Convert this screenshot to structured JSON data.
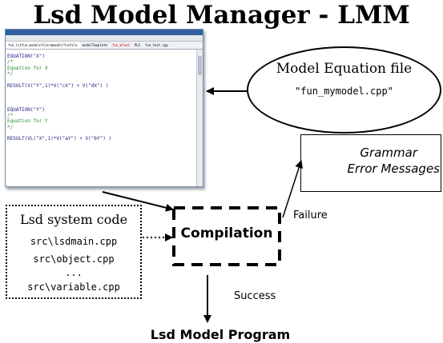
{
  "title": "Lsd Model Manager - LMM",
  "editor": {
    "tabs": [
      {
        "label": "fun_lstfun_modelsfile/mmodel/funfile",
        "style": "active"
      },
      {
        "label": "modelTemplate",
        "style": ""
      },
      {
        "label": "fun_mfun2",
        "style": "red"
      },
      {
        "label": "PLS",
        "style": ""
      },
      {
        "label": "fun_test.cpp",
        "style": ""
      }
    ],
    "code_lines": [
      {
        "text": "EQUATION(\"X\")",
        "kind": "code"
      },
      {
        "text": "/*",
        "kind": "comment"
      },
      {
        "text": "Equation for X",
        "kind": "comment"
      },
      {
        "text": "*/",
        "kind": "comment"
      },
      {
        "text": "",
        "kind": "code"
      },
      {
        "text": "RESULT(V(\"Y\",1)*V(\"cX\") + V(\"dX\") )",
        "kind": "code"
      },
      {
        "text": "",
        "kind": "code"
      },
      {
        "text": "",
        "kind": "code"
      },
      {
        "text": "",
        "kind": "code"
      },
      {
        "text": "EQUATION(\"Y\")",
        "kind": "code"
      },
      {
        "text": "/*",
        "kind": "comment"
      },
      {
        "text": "Equation for Y",
        "kind": "comment"
      },
      {
        "text": "*/",
        "kind": "comment"
      },
      {
        "text": "",
        "kind": "code"
      },
      {
        "text": "RESULT(VL(\"X\",1)*V(\"aY\") + V(\"bY\") )",
        "kind": "code"
      }
    ]
  },
  "model_equation": {
    "title": "Model Equation file",
    "file": "\"fun_mymodel.cpp\""
  },
  "grammar": {
    "line1": "Grammar",
    "line2": "Error Messages"
  },
  "system_code": {
    "title": "Lsd system code",
    "files": [
      "src\\lsdmain.cpp",
      "src\\object.cpp",
      "...",
      "src\\variable.cpp"
    ]
  },
  "compilation": {
    "label": "Compilation"
  },
  "edges": {
    "failure": "Failure",
    "success": "Success"
  },
  "output": {
    "label": "Lsd Model Program"
  }
}
